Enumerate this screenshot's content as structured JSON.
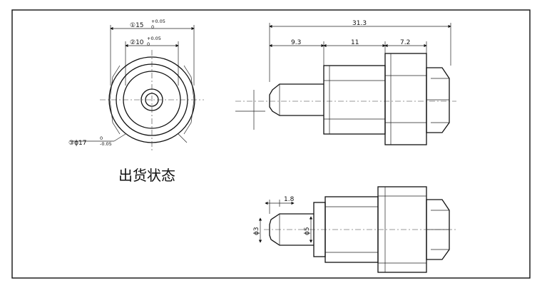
{
  "front_view": {
    "dim_outer": {
      "index": "①",
      "value": "15",
      "tol_upper": "+0.05",
      "tol_lower": "0"
    },
    "dim_inner": {
      "index": "②",
      "value": "10",
      "tol_upper": "+0.05",
      "tol_lower": "0"
    },
    "dim_body": {
      "index": "③",
      "value": "ϕ17",
      "tol_upper": "0",
      "tol_lower": "-0.05"
    },
    "caption": "出货状态"
  },
  "side_view": {
    "overall_length": "31.3",
    "segment_pin": "9.3",
    "segment_hex": "11",
    "segment_cap": "7.2"
  },
  "bottom_view": {
    "pin_step": "1.8",
    "pin_diameter": "ϕ3",
    "shaft_diameter": "ϕ5"
  }
}
